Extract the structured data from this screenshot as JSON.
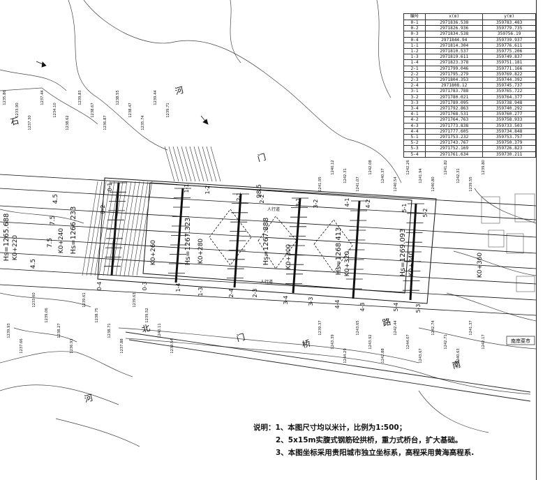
{
  "coord_table": {
    "headers": [
      "编号",
      "x(m)",
      "y(m)"
    ],
    "rows": [
      [
        "0-1",
        "2971836.538",
        "359783.483"
      ],
      [
        "0-2",
        "2971826.936",
        "359779.735"
      ],
      [
        "0-3",
        "2971834.538",
        "359756.19"
      ],
      [
        "0-4",
        "2971844.94",
        "359739.937"
      ],
      [
        "1-1",
        "2971814.304",
        "359776.611"
      ],
      [
        "1-2",
        "2971810.537",
        "359775.206"
      ],
      [
        "1-3",
        "2971819.611",
        "359749.837"
      ],
      [
        "1-4",
        "2971823.378",
        "359751.181"
      ],
      [
        "2-1",
        "2971799.046",
        "359771.166"
      ],
      [
        "2-2",
        "2971795.279",
        "359769.822"
      ],
      [
        "2-3",
        "2971804.353",
        "359744.392"
      ],
      [
        "2-4",
        "2971808.12",
        "359745.737"
      ],
      [
        "3-1",
        "2971783.788",
        "359765.722"
      ],
      [
        "3-2",
        "2971780.021",
        "359764.377"
      ],
      [
        "3-3",
        "2971789.095",
        "359738.948"
      ],
      [
        "3-4",
        "2971792.863",
        "359740.292"
      ],
      [
        "4-1",
        "2971768.531",
        "359760.277"
      ],
      [
        "4-2",
        "2971764.763",
        "359758.933"
      ],
      [
        "4-3",
        "2971773.838",
        "359733.503"
      ],
      [
        "4-4",
        "2971777.605",
        "359734.848"
      ],
      [
        "5-1",
        "2971753.232",
        "359753.757"
      ],
      [
        "5-2",
        "2971743.767",
        "359750.379"
      ],
      [
        "5-3",
        "2971752.169",
        "359726.823"
      ],
      [
        "5-4",
        "2971761.634",
        "359730.211"
      ]
    ]
  },
  "notes": {
    "line1": "说明：1、本图尺寸均以米计，比例为1:500；",
    "line2": "2、5x15m实腹式钢筋砼拱桥，重力式桥台，扩大基础。",
    "line3": "3、本图坐标采用贵阳城市独立坐标系，高程采用黄海高程系."
  },
  "drawing": {
    "stations": [
      "K0+220",
      "K0+240",
      "K0+260",
      "K0+280",
      "K0+300",
      "K0+320",
      "K0+340",
      "K0+360"
    ],
    "elevations": [
      "Hs=1265.688",
      "Hs=1266.233",
      "Hs=1267.323",
      "Hs=1267.888",
      "Hs=1268.413",
      "Hs=1269.093"
    ],
    "dims": [
      "4.5",
      "7.5",
      "7.5",
      "4.5",
      "98.5"
    ],
    "pier_points": [
      "0-1",
      "0-2",
      "0-3",
      "0-4",
      "1-1",
      "1-2",
      "1-3",
      "1-4",
      "2-1",
      "2-2",
      "2-3",
      "2-4",
      "3-1",
      "3-2",
      "3-3",
      "3-4",
      "4-1",
      "4-2",
      "4-3",
      "4-4",
      "5-1",
      "5-2",
      "5-3",
      "5-4"
    ],
    "walk_labels": [
      "人行道",
      "人行道"
    ],
    "road_label": "南岸菜市",
    "map_words": [
      "河",
      "门",
      "门",
      "桥",
      "北",
      "南",
      "路",
      "石",
      "河"
    ],
    "spot_heights": [
      "1235.86",
      "1233.90",
      "1237.30",
      "1237.44",
      "1234.10",
      "1238.62",
      "1239.83",
      "1238.67",
      "1236.87",
      "1238.55",
      "1238.47",
      "1235.74",
      "1239.44",
      "1239.71",
      "1239.93",
      "1237.66",
      "1233.60",
      "1239.06",
      "1238.27",
      "1236.93",
      "1239.61",
      "1238.75",
      "1238.71",
      "1237.88",
      "1239.63",
      "1239.52",
      "1240.11",
      "1239.54",
      "1239.37",
      "1243.39",
      "1244.29",
      "1243.65",
      "1243.92",
      "1242.88",
      "1242.44",
      "1244.07",
      "1243.67",
      "1242.74",
      "1242.71",
      "1240.63",
      "1241.37",
      "1242.17",
      "1241.95",
      "1240.12",
      "1242.31",
      "1241.07",
      "1242.08",
      "1240.37",
      "1240.54",
      "1242.26",
      "1241.94",
      "1240.80",
      "1241.82",
      "1242.31",
      "1239.55",
      "1239.80"
    ]
  }
}
